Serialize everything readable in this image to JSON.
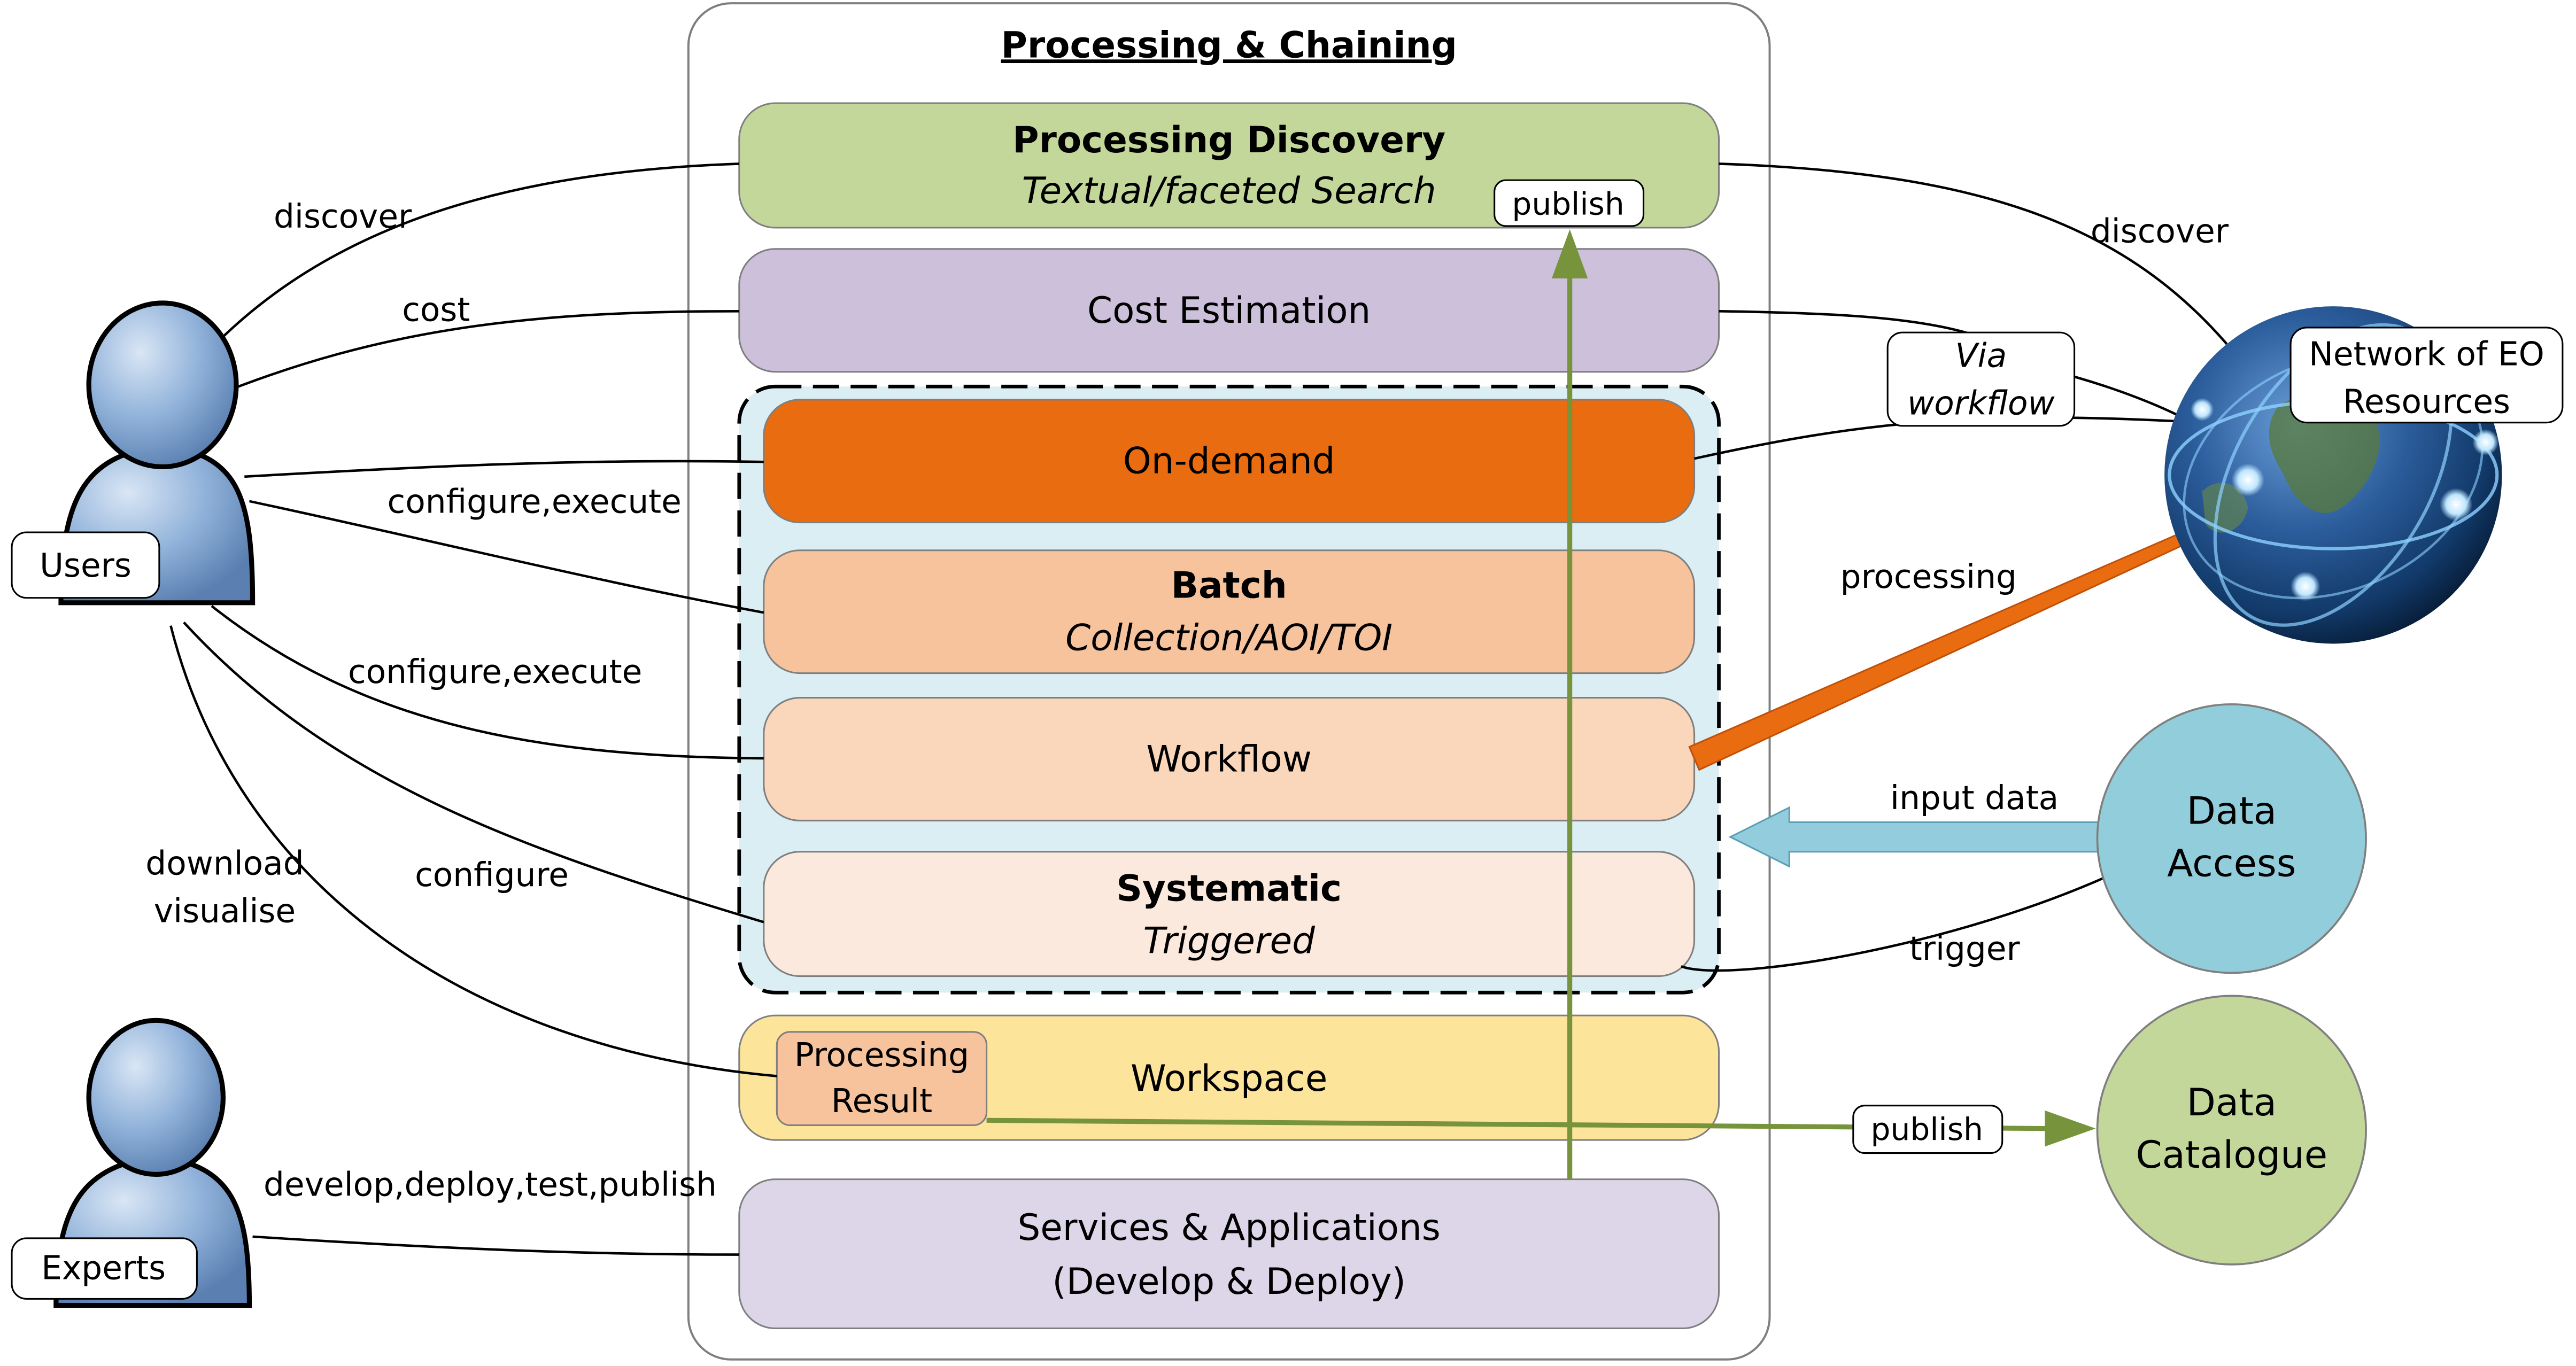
{
  "title": "Processing & Chaining",
  "actors": {
    "users": "Users",
    "experts": "Experts"
  },
  "boxes": {
    "discovery": {
      "title": "Processing Discovery",
      "subtitle": "Textual/faceted Search",
      "color": "#c4d79b"
    },
    "cost": {
      "title": "Cost Estimation",
      "color": "#ccc0da"
    },
    "ondemand": {
      "title": "On-demand",
      "color": "#e96c10"
    },
    "batch": {
      "title": "Batch",
      "subtitle": "Collection/AOI/TOI",
      "color": "#f7c39d"
    },
    "workflow": {
      "title": "Workflow",
      "color": "#fad6bb"
    },
    "systematic": {
      "title": "Systematic",
      "subtitle": "Triggered",
      "color": "#fce9dd"
    },
    "workspace": {
      "title": "Workspace",
      "color": "#fde49b"
    },
    "result": {
      "line1": "Processing",
      "line2": "Result",
      "color": "#f7c39d"
    },
    "services": {
      "line1": "Services & Applications",
      "line2": "(Develop & Deploy)",
      "color": "#dcd6e8"
    }
  },
  "labels": {
    "publish_top": "publish",
    "publish_bottom": "publish",
    "discover_left": "discover",
    "cost": "cost",
    "configure_execute_1": "configure,execute",
    "configure_execute_2": "configure,execute",
    "configure": "configure",
    "download": "download",
    "visualise": "visualise",
    "develop": "develop,deploy,test,publish",
    "discover_right": "discover",
    "via": "Via",
    "workflow": "workflow",
    "processing": "processing",
    "input_data": "input data",
    "trigger": "trigger"
  },
  "external": {
    "network_line1": "Network of EO",
    "network_line2": "Resources",
    "data_access_line1": "Data",
    "data_access_line2": "Access",
    "data_catalogue_line1": "Data",
    "data_catalogue_line2": "Catalogue"
  },
  "colors": {
    "green_arrow": "#77933c",
    "orange_arrow": "#e96c10",
    "blue_arrow": "#93cddd",
    "data_access": "#92cddc",
    "data_catalogue": "#c4d79b",
    "chain_bg": "#dbeef3"
  }
}
